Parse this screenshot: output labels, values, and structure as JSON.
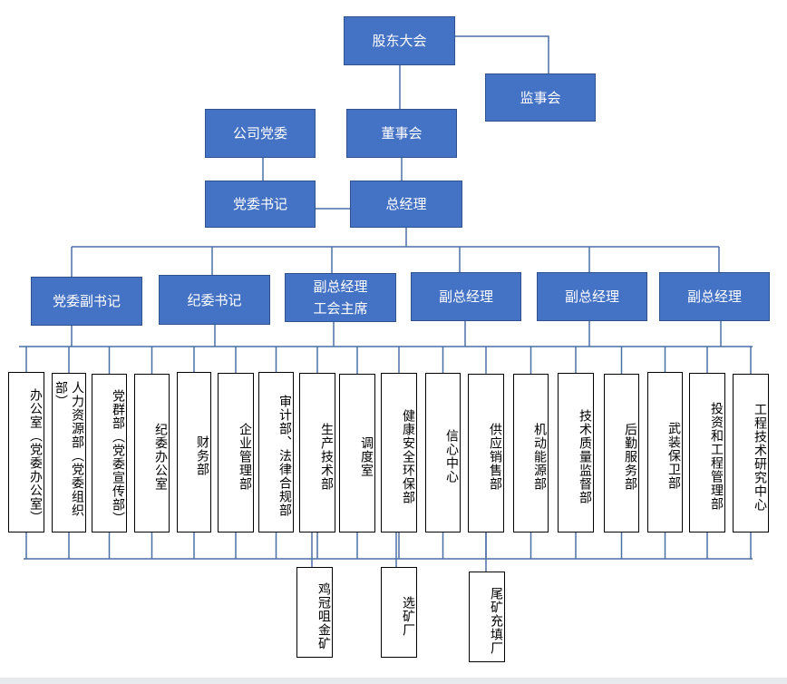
{
  "colors": {
    "box_fill": "#4472C4",
    "box_border": "#2F528F",
    "line": "#4A6FA5"
  },
  "top": {
    "shareholders": "股东大会",
    "supervisors": "监事会",
    "party_committee": "公司党委",
    "board": "董事会",
    "party_secretary": "党委书记",
    "general_manager": "总经理"
  },
  "level3": [
    {
      "line1": "党委副书记"
    },
    {
      "line1": "纪委书记"
    },
    {
      "line1": "副总经理",
      "line2": "工会主席"
    },
    {
      "line1": "副总经理"
    },
    {
      "line1": "副总经理"
    },
    {
      "line1": "副总经理"
    }
  ],
  "departments": [
    "办公室（党委办公室）",
    "人力资源部（党委组织部）",
    "党群部（党委宣传部）",
    "纪委办公室",
    "财务部",
    "企业管理部",
    "审计部、法律合规部",
    "生产技术部",
    "调度室",
    "健康安全环保部",
    "信心中心",
    "供应销售部",
    "机动能源部",
    "技术质量监督部",
    "后勤服务部",
    "武装保卫部",
    "投资和工程管理部",
    "工程技术研究中心"
  ],
  "units": [
    "鸡冠咀金矿",
    "选矿厂",
    "尾矿充填厂"
  ]
}
